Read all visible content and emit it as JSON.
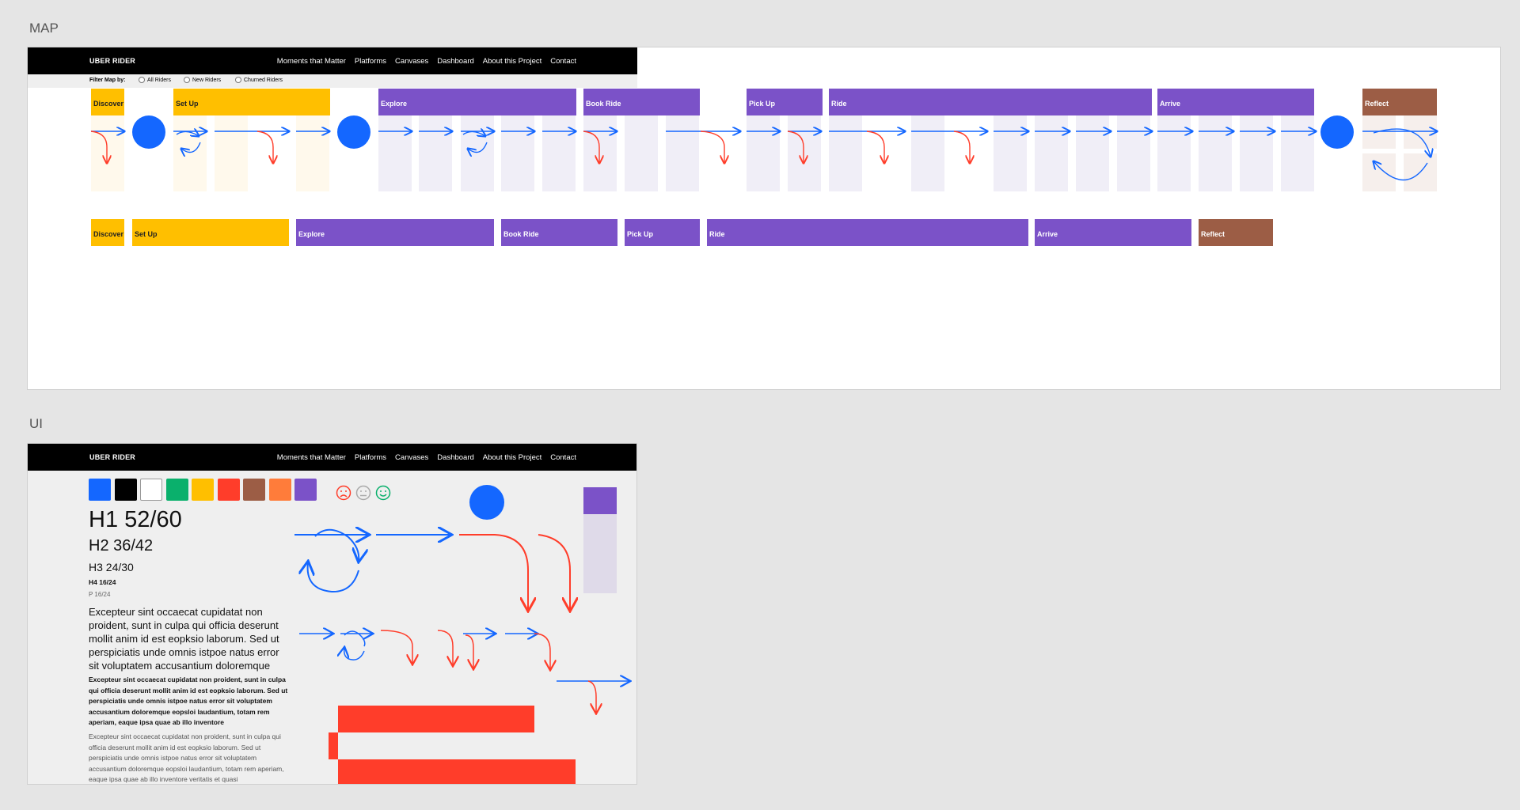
{
  "sections": {
    "map_label": "MAP",
    "ui_label": "UI"
  },
  "app": {
    "brand": "UBER RIDER",
    "nav": [
      "Moments that Matter",
      "Platforms",
      "Canvases",
      "Dashboard",
      "About this Project",
      "Contact"
    ]
  },
  "filter": {
    "label": "Filter Map by:",
    "options": [
      "All Riders",
      "New Riders",
      "Churned Riders"
    ]
  },
  "stages_row1": [
    "Discover",
    "Set Up",
    "Explore",
    "Book Ride",
    "Pick Up",
    "Ride",
    "Arrive",
    "Reflect"
  ],
  "stages_row2": [
    "Discover",
    "Set Up",
    "Explore",
    "Book Ride",
    "Pick Up",
    "Ride",
    "Arrive",
    "Reflect"
  ],
  "colors": {
    "yellow": "#ffbf00",
    "purple": "#7b52c8",
    "brown": "#9c5d45",
    "blue": "#1467ff",
    "red": "#ff3d2a",
    "black": "#000000",
    "white": "#ffffff",
    "green": "#0ab06c",
    "orange": "#ff7c3a"
  },
  "palette": [
    "#1467ff",
    "#000000",
    "#ffffff",
    "#0ab06c",
    "#ffbf00",
    "#ff3d2a",
    "#9c5d45",
    "#ff7c3a",
    "#7b52c8"
  ],
  "emoji_icons": [
    "sad-face-icon",
    "neutral-face-icon",
    "happy-face-icon"
  ],
  "typography": {
    "h1": "H1 52/60",
    "h2": "H2 36/42",
    "h3": "H3 24/30",
    "h4": "H4 16/24",
    "p": "P 16/24",
    "lead": "Excepteur sint occaecat cupidatat non proident, sunt in culpa qui officia deserunt mollit anim id est eopksio laborum. Sed ut perspiciatis unde omnis istpoe natus error sit voluptatem accusantium doloremque",
    "bold_small": "Excepteur sint occaecat cupidatat non proident, sunt in culpa qui officia deserunt mollit anim id est eopksio laborum. Sed ut perspiciatis unde omnis istpoe natus error sit voluptatem accusantium doloremque eopsloi laudantium, totam rem aperiam, eaque ipsa quae ab illo inventore",
    "body_small": "Excepteur sint occaecat cupidatat non proident, sunt in culpa qui officia deserunt mollit anim id est eopksio laborum. Sed ut perspiciatis unde omnis istpoe natus error sit voluptatem accusantium doloremque eopsloi laudantium, totam rem aperiam, eaque ipsa quae ab illo inventore veritatis et quasi"
  }
}
